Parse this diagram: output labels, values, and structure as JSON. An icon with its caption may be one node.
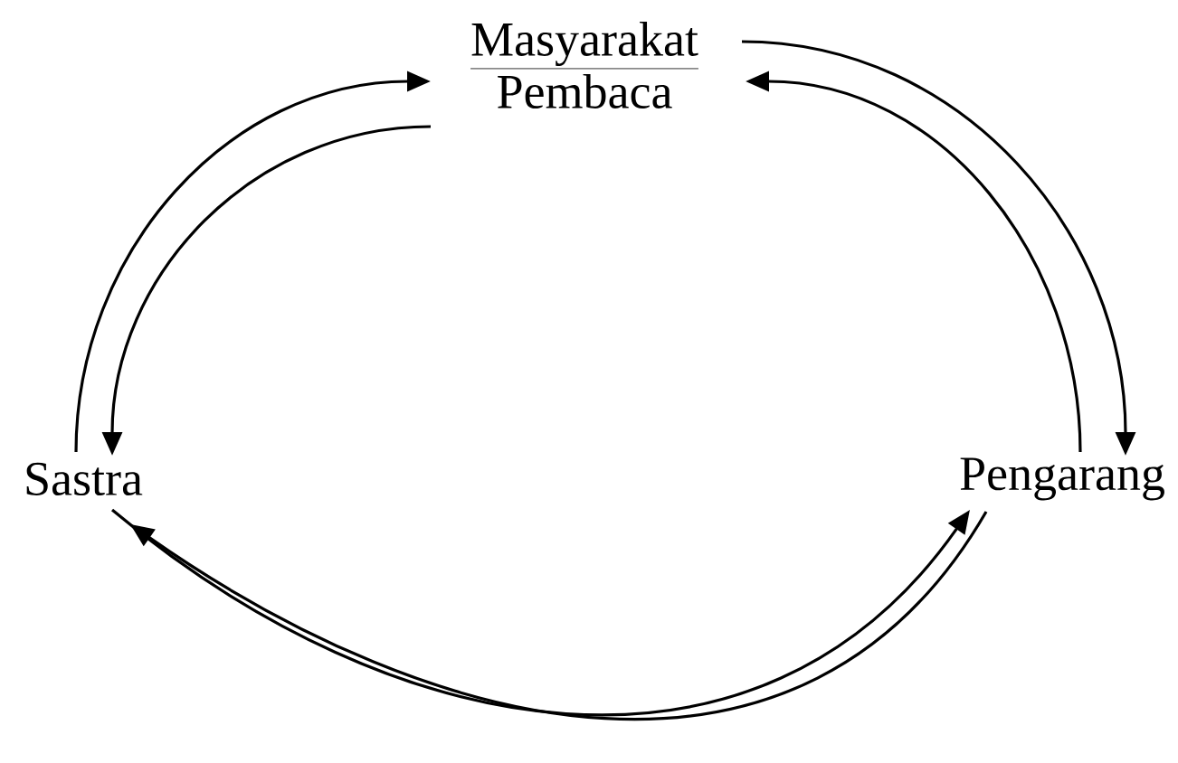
{
  "diagram": {
    "nodes": [
      {
        "text": [
          "Masyarakat",
          "Pembaca"
        ]
      },
      {
        "text": [
          "Sastra"
        ]
      },
      {
        "text": [
          "Pengarang"
        ]
      }
    ],
    "edges": [
      {
        "from": 1,
        "to": 0,
        "arrow": "to"
      },
      {
        "from": 0,
        "to": 1,
        "arrow": "to"
      },
      {
        "from": 0,
        "to": 2,
        "arrow": "to"
      },
      {
        "from": 2,
        "to": 0,
        "arrow": "to"
      },
      {
        "from": 1,
        "to": 2,
        "arrow": "to"
      },
      {
        "from": 2,
        "to": 1,
        "arrow": "to"
      }
    ]
  }
}
